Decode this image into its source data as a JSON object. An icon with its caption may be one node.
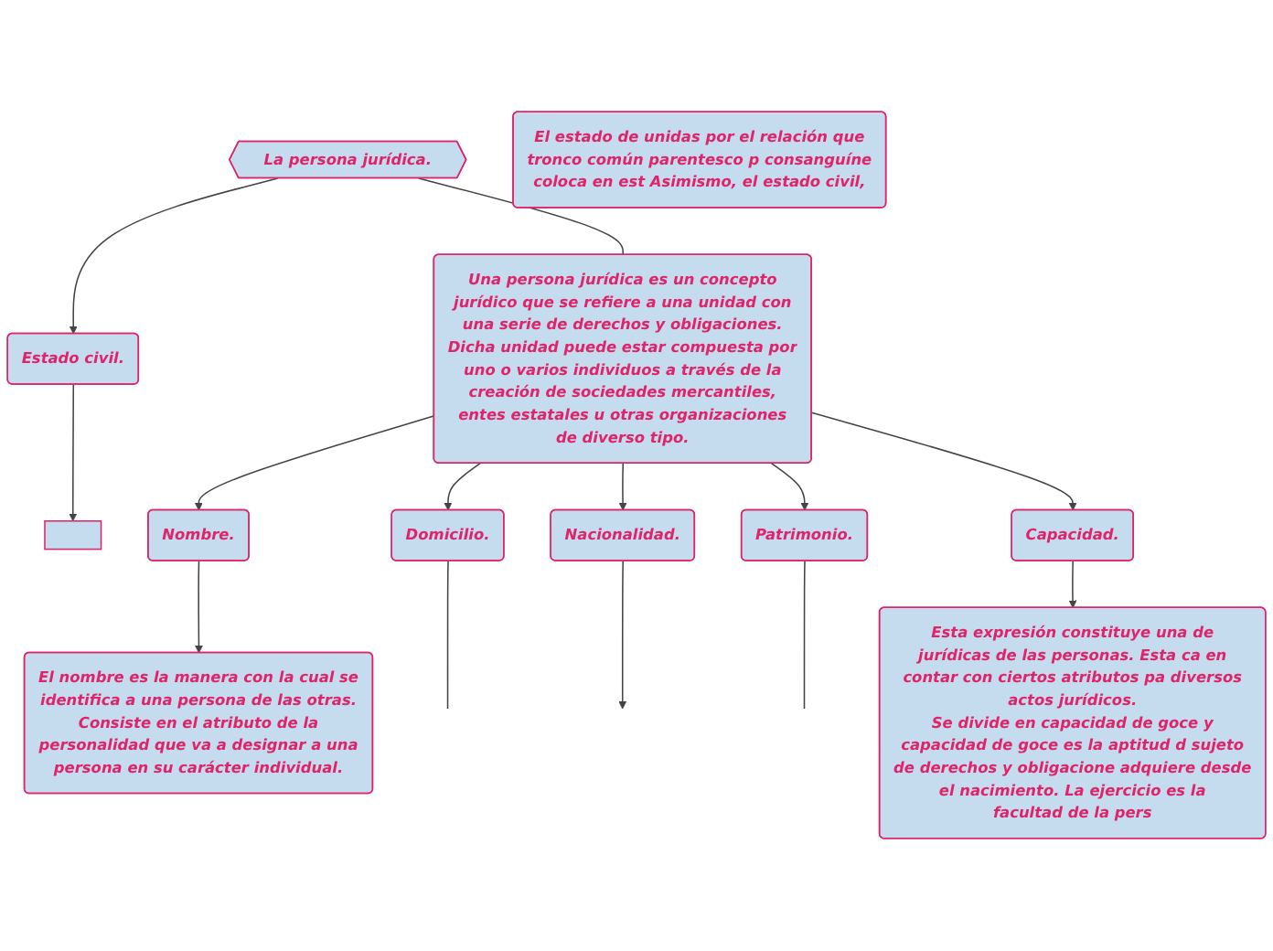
{
  "diagram": {
    "nodes": [
      {
        "text": [
          "La persona jurídica."
        ]
      },
      {
        "text": [
          "Una persona jurídica es un concepto jurídico que se refiere a una unidad con una serie de derechos y obligaciones. Dicha unidad puede estar compuesta por uno o varios individuos a través de la creación de sociedades mercantiles, entes estatales u otras organizaciones de diverso tipo."
        ]
      },
      {
        "text": [
          "Estado civil."
        ]
      },
      {
        "text": [],
        "shape": "box"
      },
      {
        "text": [
          "El estado de unidas por el relación que tronco común parentesco p consanguíne coloca en est Asimismo, el estado civil,"
        ]
      },
      {
        "text": [
          "Nombre."
        ]
      },
      {
        "text": [
          "El nombre es la manera con la cual se identifica a una persona de las otras. Consiste en el atributo de la personalidad que va a designar a una persona en su carácter individual."
        ]
      },
      {
        "text": [
          "Domicilio."
        ]
      },
      {
        "text": [
          "Nacionalidad."
        ]
      },
      {
        "text": [
          "Patrimonio."
        ]
      },
      {
        "text": [
          "Capacidad."
        ]
      },
      {
        "text": [
          "Esta expresión constituye una de jurídicas de las personas. Esta ca en contar con ciertos atributos pa diversos actos jurídicos.",
          "Se divide en capacidad de goce y capacidad de goce es la aptitud d sujeto de derechos y obligacione adquiere desde el nacimiento. La ejercicio es la facultad de la pers"
        ]
      }
    ],
    "edges": [
      {
        "from": 0,
        "to": 2,
        "arrow": "to"
      },
      {
        "from": 0,
        "to": 1,
        "arrow": "none"
      },
      {
        "from": 2,
        "to": 3,
        "arrow": "to"
      },
      {
        "from": 1,
        "to": 5,
        "arrow": "to"
      },
      {
        "from": 1,
        "to": 7,
        "arrow": "to"
      },
      {
        "from": 1,
        "to": 8,
        "arrow": "to"
      },
      {
        "from": 1,
        "to": 9,
        "arrow": "to"
      },
      {
        "from": 1,
        "to": 10,
        "arrow": "to"
      },
      {
        "from": 5,
        "to": 6,
        "arrow": "to"
      },
      {
        "from": 10,
        "to": 11,
        "arrow": "to"
      },
      {
        "from": 7,
        "to": null,
        "arrow": "none"
      },
      {
        "from": 8,
        "to": null,
        "arrow": "to"
      },
      {
        "from": 9,
        "to": null,
        "arrow": "none"
      }
    ]
  }
}
